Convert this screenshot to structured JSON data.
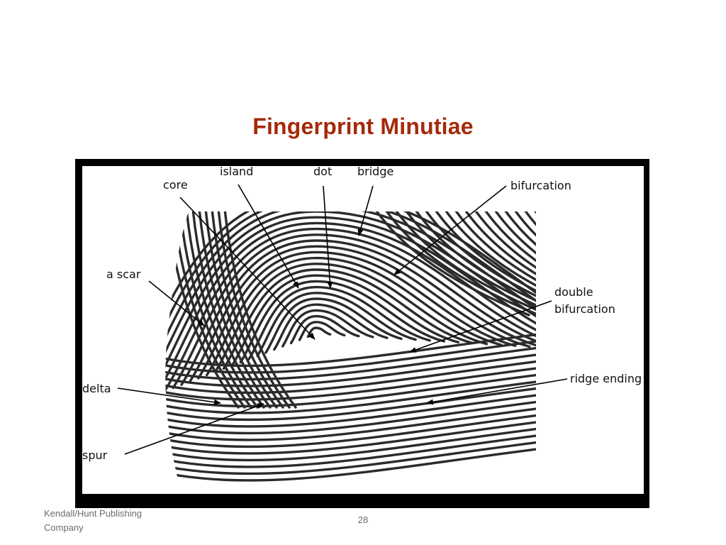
{
  "slide": {
    "title": "Fingerprint Minutiae",
    "footer": {
      "publisher_line1": "Kendall/Hunt Publishing",
      "publisher_line2": "Company",
      "page_number": "28"
    }
  },
  "figure": {
    "labels": {
      "core": "core",
      "island": "island",
      "dot": "dot",
      "bridge": "bridge",
      "bifurcation": "bifurcation",
      "a_scar": "a scar",
      "double_bifurcation_line1": "double",
      "double_bifurcation_line2": "bifurcation",
      "delta": "delta",
      "ridge_ending": "ridge ending",
      "spur": "spur"
    },
    "colors": {
      "title": "#a52a0a",
      "frame": "#000000",
      "ridges": "#2b2b2b",
      "arrows": "#000000"
    }
  }
}
